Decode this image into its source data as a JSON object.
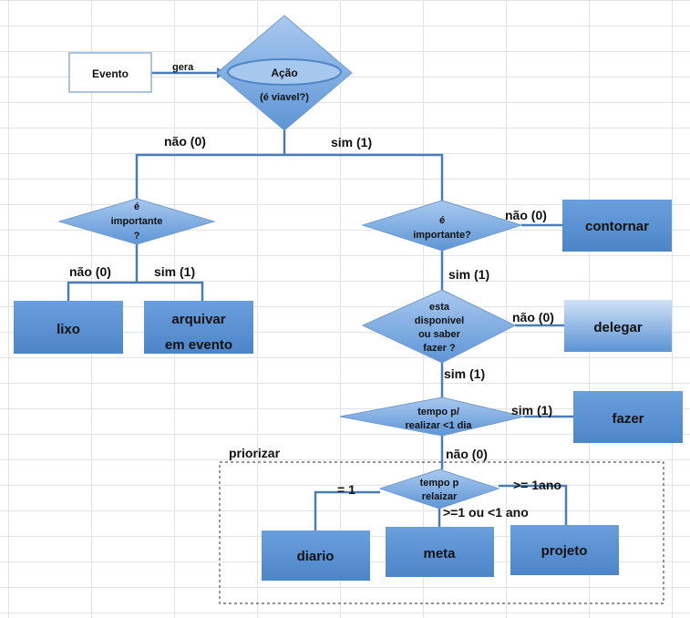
{
  "nodes": {
    "evento": "Evento",
    "acao_title": "Ação",
    "acao_sub": "(é viavel?)",
    "importante1": [
      "é",
      "importante",
      "?"
    ],
    "lixo": "lixo",
    "arquivar": [
      "arquivar",
      "em evento"
    ],
    "importante2": [
      "é",
      "importante?"
    ],
    "contornar": "contornar",
    "disponivel": [
      "esta",
      "disponivel",
      "ou saber",
      "fazer ?"
    ],
    "delegar": "delegar",
    "tempo1": [
      "tempo p/",
      "realizar <1 dia"
    ],
    "fazer": "fazer",
    "priorizar": "priorizar",
    "tempo2": [
      "tempo p",
      "relaizar"
    ],
    "diario": "diario",
    "meta": "meta",
    "projeto": "projeto"
  },
  "edge_labels": {
    "gera": "gera",
    "nao0": "não (0)",
    "sim1": "sim (1)",
    "eq1": "= 1",
    "ge1ano": ">= 1ano",
    "between": ">=1 ou <1 ano"
  },
  "colors": {
    "box_fill": "#5b93d4",
    "diamond_fill": "#7eaee4",
    "line": "#4a7db5",
    "grid": "#e3e3e3"
  }
}
